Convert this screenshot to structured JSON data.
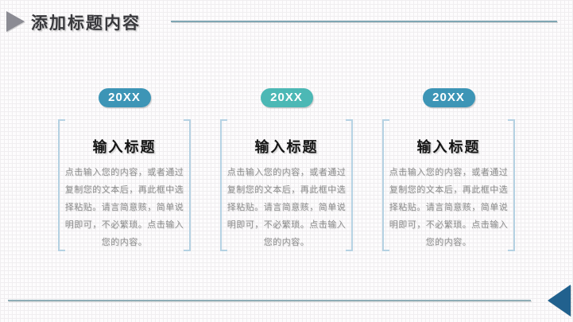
{
  "header": {
    "title": "添加标题内容"
  },
  "cards": [
    {
      "badge": "20XX",
      "badge_color": "#3d95b6",
      "title": "输入标题",
      "body": "点击输入您的内容，或者通过复制您的文本后，再此框中选择粘贴。请言简意赅，简单说明即可，不必繁琐。点击输入您的内容。"
    },
    {
      "badge": "20XX",
      "badge_color": "#4cb8b5",
      "title": "输入标题",
      "body": "点击输入您的内容，或者通过复制您的文本后，再此框中选择粘贴。请言简意赅，简单说明即可，不必繁琐。点击输入您的内容。"
    },
    {
      "badge": "20XX",
      "badge_color": "#3d95b6",
      "title": "输入标题",
      "body": "点击输入您的内容，或者通过复制您的文本后，再此框中选择粘贴。请言简意赅，简单说明即可，不必繁琐。点击输入您的内容。"
    }
  ],
  "colors": {
    "header_line": "#7fa6b3",
    "footer_line": "#8fadb6",
    "bracket": "#b5d2e3",
    "header_triangle": "#8b8b93",
    "footer_triangle": "#21618e"
  }
}
